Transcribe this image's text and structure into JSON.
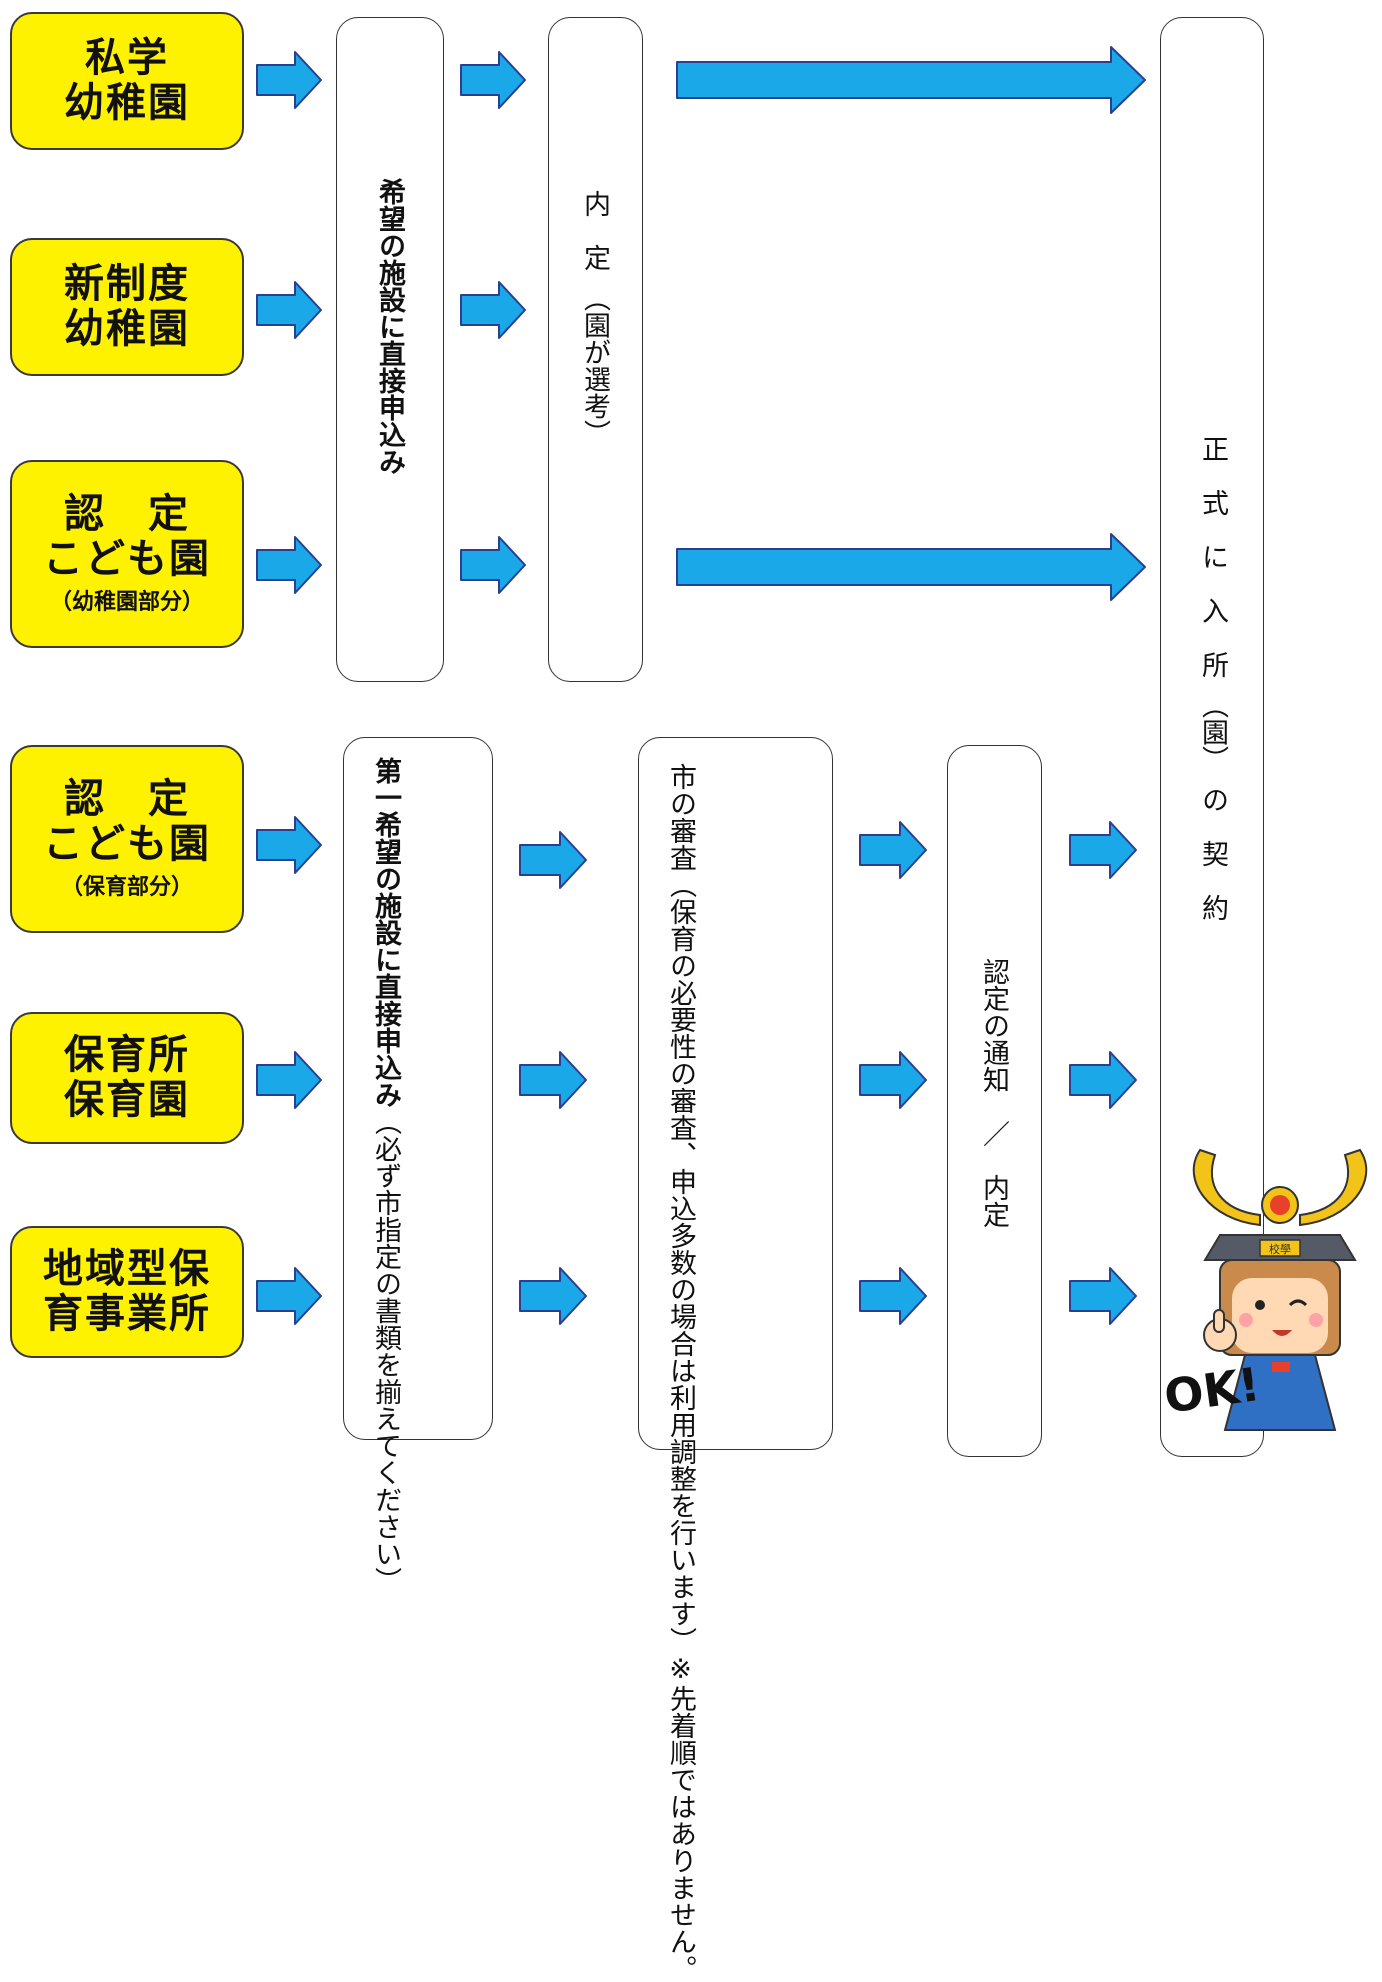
{
  "sources": {
    "private_kindergarten": [
      "私学",
      "幼稚園"
    ],
    "new_system_kindergarten": [
      "新制度",
      "幼稚園"
    ],
    "certified_kindergarten_part": {
      "lines": [
        "認　定",
        "こども園"
      ],
      "sub": "（幼稚園部分）"
    },
    "certified_nursery_part": {
      "lines": [
        "認　定",
        "こども園"
      ],
      "sub": "（保育部分）"
    },
    "nursery": [
      "保育所",
      "保育園"
    ],
    "community_nursery": [
      "地域型保",
      "育事業所"
    ]
  },
  "upper_flow": {
    "apply": "希望の施設に直接申込み",
    "offer": "内　定　（園が選考）"
  },
  "lower_flow": {
    "apply_title": "第一希望の施設に直接申込み",
    "apply_note": "（必ず市指定の書類を揃えてください）",
    "review_title": "市の審査",
    "review_detail": "（保育の必要性の審査、申込多数の場合は利用",
    "review_detail2": "調整を行います）※先着順ではありません。",
    "notice": "認定の通知　／　内定"
  },
  "final": {
    "contract": "正　式　に　入　所　（園）　の　契　約"
  },
  "mascot": {
    "hat_label": "校學",
    "speech": "OK!"
  },
  "colors": {
    "source_fill": "#fff200",
    "arrow_fill": "#1aa8e8",
    "arrow_stroke": "#2a3f8f"
  }
}
